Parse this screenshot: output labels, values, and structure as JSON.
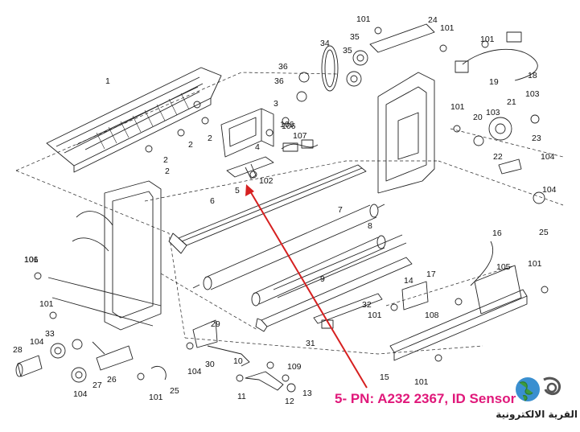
{
  "diagram": {
    "part_numbers": [
      "1",
      "2",
      "2",
      "2",
      "2",
      "3",
      "106",
      "4",
      "107",
      "102",
      "5",
      "6",
      "7",
      "8",
      "9",
      "10",
      "11",
      "12",
      "13",
      "14",
      "15",
      "16",
      "17",
      "18",
      "19",
      "20",
      "21",
      "22",
      "23",
      "24",
      "25",
      "25",
      "26",
      "27",
      "28",
      "29",
      "30",
      "31",
      "32",
      "33",
      "34",
      "35",
      "35",
      "36",
      "36",
      "101",
      "101",
      "101",
      "101",
      "101",
      "101",
      "101",
      "101",
      "101",
      "101",
      "103",
      "103",
      "104",
      "104",
      "104",
      "104",
      "104",
      "105",
      "106",
      "106",
      "108",
      "109"
    ],
    "highlight": {
      "caption": "5- PN: A232 2367, ID Sensor",
      "caption_color": "#e0187a",
      "arrow_color": "#d62020"
    }
  },
  "watermark": {
    "text": "القرية الالكترونية",
    "icon": "globe-icon"
  }
}
